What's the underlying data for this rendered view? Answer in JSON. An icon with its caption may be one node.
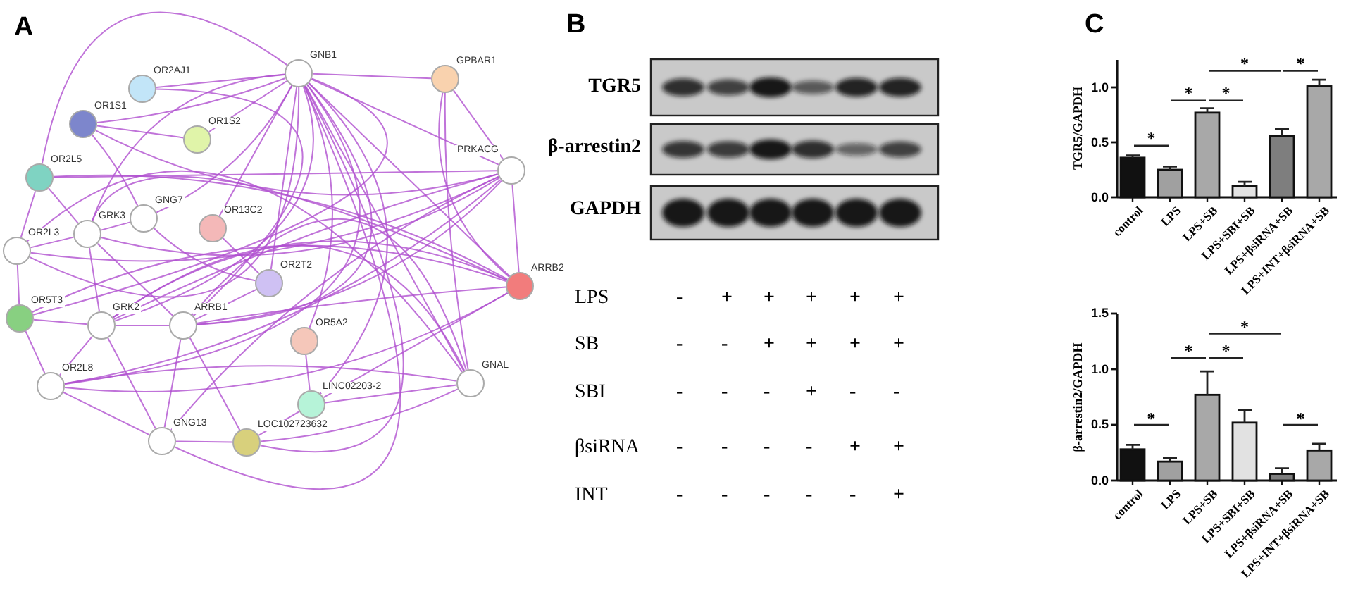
{
  "diagram": {
    "nodes": [
      {
        "text": [
          "GNB1"
        ]
      },
      {
        "text": [
          "GPBAR1"
        ]
      },
      {
        "text": [
          "OR2AJ1"
        ]
      },
      {
        "text": [
          "OR1S1"
        ]
      },
      {
        "text": [
          "OR1S2"
        ]
      },
      {
        "text": [
          "PRKACG"
        ]
      },
      {
        "text": [
          "OR2L5"
        ]
      },
      {
        "text": [
          "GNG7"
        ]
      },
      {
        "text": [
          "OR13C2"
        ]
      },
      {
        "text": [
          "GRK3"
        ]
      },
      {
        "text": [
          "OR2L3"
        ]
      },
      {
        "text": [
          "OR2T2"
        ]
      },
      {
        "text": [
          "ARRB2"
        ]
      },
      {
        "text": [
          "OR5T3"
        ]
      },
      {
        "text": [
          "GRK2"
        ]
      },
      {
        "text": [
          "ARRB1"
        ]
      },
      {
        "text": [
          "OR5A2"
        ]
      },
      {
        "text": [
          "OR2L8"
        ]
      },
      {
        "text": [
          "GNAL"
        ]
      },
      {
        "text": [
          "LINC02203-2"
        ]
      },
      {
        "text": [
          "GNG13"
        ]
      },
      {
        "text": [
          "LOC102723632"
        ]
      }
    ],
    "edges": [
      {
        "from": 0,
        "to": 1,
        "arrow": "none"
      },
      {
        "from": 0,
        "to": 2,
        "arrow": "none"
      },
      {
        "from": 0,
        "to": 3,
        "arrow": "none"
      },
      {
        "from": 0,
        "to": 4,
        "arrow": "none"
      },
      {
        "from": 0,
        "to": 5,
        "arrow": "none"
      },
      {
        "from": 0,
        "to": 6,
        "arrow": "none"
      },
      {
        "from": 0,
        "to": 7,
        "arrow": "none"
      },
      {
        "from": 0,
        "to": 8,
        "arrow": "none"
      },
      {
        "from": 0,
        "to": 9,
        "arrow": "none"
      },
      {
        "from": 0,
        "to": 10,
        "arrow": "none"
      },
      {
        "from": 0,
        "to": 11,
        "arrow": "none"
      },
      {
        "from": 0,
        "to": 12,
        "arrow": "none"
      },
      {
        "from": 0,
        "to": 13,
        "arrow": "none"
      },
      {
        "from": 0,
        "to": 14,
        "arrow": "none"
      },
      {
        "from": 0,
        "to": 15,
        "arrow": "none"
      },
      {
        "from": 0,
        "to": 16,
        "arrow": "none"
      },
      {
        "from": 0,
        "to": 17,
        "arrow": "none"
      },
      {
        "from": 0,
        "to": 18,
        "arrow": "none"
      },
      {
        "from": 0,
        "to": 19,
        "arrow": "none"
      },
      {
        "from": 0,
        "to": 20,
        "arrow": "none"
      },
      {
        "from": 0,
        "to": 21,
        "arrow": "none"
      },
      {
        "from": 1,
        "to": 5,
        "arrow": "none"
      },
      {
        "from": 1,
        "to": 12,
        "arrow": "none"
      },
      {
        "from": 1,
        "to": 18,
        "arrow": "none"
      },
      {
        "from": 5,
        "to": 12,
        "arrow": "none"
      },
      {
        "from": 5,
        "to": 3,
        "arrow": "none"
      },
      {
        "from": 5,
        "to": 6,
        "arrow": "none"
      },
      {
        "from": 5,
        "to": 9,
        "arrow": "none"
      },
      {
        "from": 5,
        "to": 10,
        "arrow": "none"
      },
      {
        "from": 5,
        "to": 14,
        "arrow": "none"
      },
      {
        "from": 5,
        "to": 15,
        "arrow": "none"
      },
      {
        "from": 5,
        "to": 17,
        "arrow": "none"
      },
      {
        "from": 5,
        "to": 20,
        "arrow": "none"
      },
      {
        "from": 12,
        "to": 6,
        "arrow": "none"
      },
      {
        "from": 12,
        "to": 9,
        "arrow": "none"
      },
      {
        "from": 12,
        "to": 13,
        "arrow": "none"
      },
      {
        "from": 12,
        "to": 14,
        "arrow": "none"
      },
      {
        "from": 12,
        "to": 15,
        "arrow": "none"
      },
      {
        "from": 12,
        "to": 19,
        "arrow": "none"
      },
      {
        "from": 12,
        "to": 17,
        "arrow": "none"
      },
      {
        "from": 18,
        "to": 14,
        "arrow": "none"
      },
      {
        "from": 18,
        "to": 15,
        "arrow": "none"
      },
      {
        "from": 18,
        "to": 17,
        "arrow": "none"
      },
      {
        "from": 18,
        "to": 10,
        "arrow": "none"
      },
      {
        "from": 18,
        "to": 19,
        "arrow": "none"
      },
      {
        "from": 18,
        "to": 21,
        "arrow": "none"
      },
      {
        "from": 14,
        "to": 15,
        "arrow": "none"
      },
      {
        "from": 14,
        "to": 9,
        "arrow": "none"
      },
      {
        "from": 14,
        "to": 13,
        "arrow": "none"
      },
      {
        "from": 14,
        "to": 17,
        "arrow": "none"
      },
      {
        "from": 14,
        "to": 20,
        "arrow": "none"
      },
      {
        "from": 15,
        "to": 9,
        "arrow": "none"
      },
      {
        "from": 15,
        "to": 11,
        "arrow": "none"
      },
      {
        "from": 15,
        "to": 20,
        "arrow": "none"
      },
      {
        "from": 15,
        "to": 21,
        "arrow": "none"
      },
      {
        "from": 9,
        "to": 10,
        "arrow": "none"
      },
      {
        "from": 9,
        "to": 6,
        "arrow": "none"
      },
      {
        "from": 9,
        "to": 7,
        "arrow": "none"
      },
      {
        "from": 7,
        "to": 3,
        "arrow": "none"
      },
      {
        "from": 7,
        "to": 11,
        "arrow": "none"
      },
      {
        "from": 3,
        "to": 4,
        "arrow": "none"
      },
      {
        "from": 6,
        "to": 10,
        "arrow": "none"
      },
      {
        "from": 10,
        "to": 13,
        "arrow": "none"
      },
      {
        "from": 13,
        "to": 17,
        "arrow": "none"
      },
      {
        "from": 17,
        "to": 20,
        "arrow": "none"
      },
      {
        "from": 20,
        "to": 21,
        "arrow": "none"
      },
      {
        "from": 19,
        "to": 21,
        "arrow": "none"
      },
      {
        "from": 16,
        "to": 19,
        "arrow": "none"
      },
      {
        "from": 8,
        "to": 11,
        "arrow": "none"
      },
      {
        "from": 2,
        "to": 15,
        "arrow": "none"
      }
    ],
    "labels": [
      "A",
      "B",
      "C",
      "TGR5",
      "β-arrestin2",
      "GAPDH",
      "LPS",
      "-",
      "+",
      "+",
      "+",
      "+",
      "+",
      "SB",
      "-",
      "-",
      "+",
      "+",
      "+",
      "+",
      "SBI",
      "-",
      "-",
      "-",
      "+",
      "-",
      "-",
      "βsiRNA",
      "-",
      "-",
      "-",
      "-",
      "+",
      "+",
      "INT",
      "-",
      "-",
      "-",
      "-",
      "-",
      "+"
    ],
    "chart_data": [
      {
        "type": "bar",
        "ylabel": "TGR5/GAPDH",
        "categories": [
          "control",
          "LPS",
          "LPS+SB",
          "LPS+SBI+SB",
          "LPS+βsiRNA+SB",
          "LPS+INT+βsiRNA+SB"
        ],
        "ylim": [
          0,
          1.25
        ],
        "yticks": [
          {
            "value": 0,
            "label": "0.0"
          },
          {
            "value": 0.5,
            "label": "0.5"
          },
          {
            "value": 1,
            "label": "1.0"
          }
        ],
        "series": [
          {
            "color": [
              "#111111",
              "#a0a0a0",
              "#a8a8a8",
              "#e2e2e2",
              "#7e7e7e",
              "#a8a8a8"
            ],
            "values": [
              0.36,
              0.25,
              0.77,
              0.1,
              0.56,
              1.01
            ],
            "errors": [
              0.02,
              0.03,
              0.04,
              0.04,
              0.06,
              0.06
            ]
          }
        ],
        "annotations": [
          "*",
          "*",
          "*",
          "*",
          "*"
        ]
      },
      {
        "type": "bar",
        "ylabel": "β-arrestin2/GAPDH",
        "categories": [
          "control",
          "LPS",
          "LPS+SB",
          "LPS+SBI+SB",
          "LPS+βsiRNA+SB",
          "LPS+INT+βsiRNA+SB"
        ],
        "ylim": [
          0,
          1.5
        ],
        "yticks": [
          {
            "value": 0,
            "label": "0.0"
          },
          {
            "value": 0.5,
            "label": "0.5"
          },
          {
            "value": 1,
            "label": "1.0"
          },
          {
            "value": 1.5,
            "label": "1.5"
          }
        ],
        "series": [
          {
            "color": [
              "#111111",
              "#a0a0a0",
              "#a8a8a8",
              "#e2e2e2",
              "#7e7e7e",
              "#a8a8a8"
            ],
            "values": [
              0.28,
              0.17,
              0.77,
              0.52,
              0.06,
              0.27
            ],
            "errors": [
              0.04,
              0.03,
              0.21,
              0.11,
              0.05,
              0.06
            ]
          }
        ],
        "annotations": [
          "*",
          "*",
          "*",
          "*",
          "*"
        ]
      }
    ]
  }
}
